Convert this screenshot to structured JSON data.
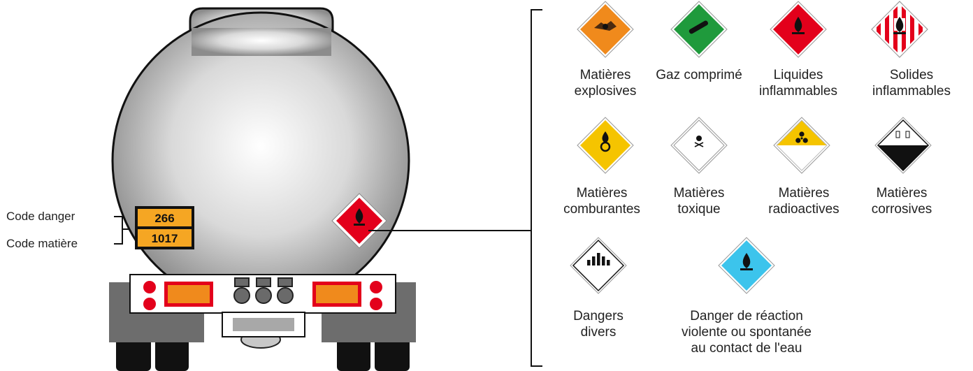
{
  "plate": {
    "top_code": "266",
    "bottom_code": "1017",
    "top_label": "Code danger",
    "bottom_label": "Code matière"
  },
  "tank_placard_color": "#e3001b",
  "placards": [
    {
      "id": "explosives",
      "name": "explosive-placard",
      "label": "Matières\nexplosives",
      "color": "#f08a1c",
      "symbol": "bomb-icon"
    },
    {
      "id": "gas",
      "name": "gas-placard",
      "label": "Gaz comprimé",
      "color": "#1f9a3c",
      "symbol": "gas-cylinder-icon"
    },
    {
      "id": "flam-liquid",
      "name": "flammable-liquid-placard",
      "label": "Liquides\ninflammables",
      "color": "#e3001b",
      "symbol": "flame-icon"
    },
    {
      "id": "flam-solid",
      "name": "flammable-solid-placard",
      "label": "Solides\ninflammables",
      "color": "#e3001b",
      "symbol": "flame-icon"
    },
    {
      "id": "oxidizer",
      "name": "oxidizer-placard",
      "label": "Matières\ncomburantes",
      "color": "#f5c400",
      "symbol": "flame-over-circle-icon"
    },
    {
      "id": "toxic",
      "name": "toxic-placard",
      "label": "Matières\ntoxique",
      "color": "#ffffff",
      "symbol": "skull-icon"
    },
    {
      "id": "radio",
      "name": "radioactive-placard",
      "label": "Matières\nradioactives",
      "color": "#f5c400",
      "symbol": "trefoil-icon"
    },
    {
      "id": "corrosive",
      "name": "corrosive-placard",
      "label": "Matières\ncorrosives",
      "color": "#111111",
      "symbol": "corrosion-icon"
    },
    {
      "id": "misc",
      "name": "misc-placard",
      "label": "Dangers\ndivers",
      "color": "#ffffff",
      "symbol": "stripes-icon"
    },
    {
      "id": "water",
      "name": "water-reactive-placard",
      "label": "Danger de réaction\nviolente ou spontanée\nau contact de l'eau",
      "color": "#3cc4ec",
      "symbol": "flame-icon"
    }
  ]
}
